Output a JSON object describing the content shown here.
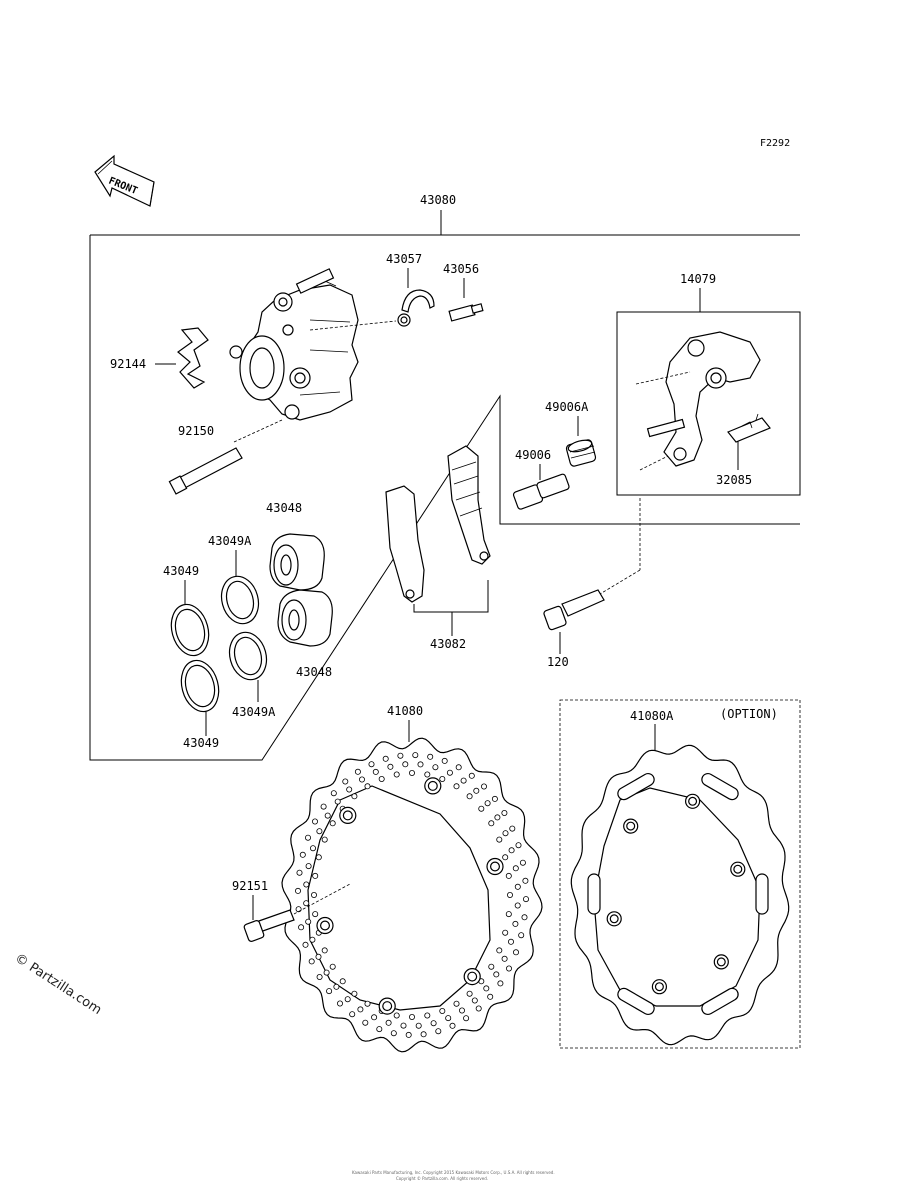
{
  "figure_id": "F2292",
  "front_label": "FRONT",
  "watermark": "© Partzilla.com",
  "footer_line1": "Kawasaki Parts Manufacturing, Inc. Copyright 2015 Kawasaki Motors Corp., U.S.A. All rights reserved.",
  "footer_line2": "Copyright © Partzilla.com. All rights reserved.",
  "option_label": "(OPTION)",
  "parts": {
    "p43080": "43080",
    "p43057": "43057",
    "p43056": "43056",
    "p14079": "14079",
    "p92144": "92144",
    "p92150": "92150",
    "p49006A": "49006A",
    "p49006": "49006",
    "p32085": "32085",
    "p43048_top": "43048",
    "p43049A_top": "43049A",
    "p43049_top": "43049",
    "p43082": "43082",
    "p120": "120",
    "p43048_bot": "43048",
    "p43049A_bot": "43049A",
    "p43049_bot": "43049",
    "p41080": "41080",
    "p41080A": "41080A",
    "p92151": "92151"
  }
}
